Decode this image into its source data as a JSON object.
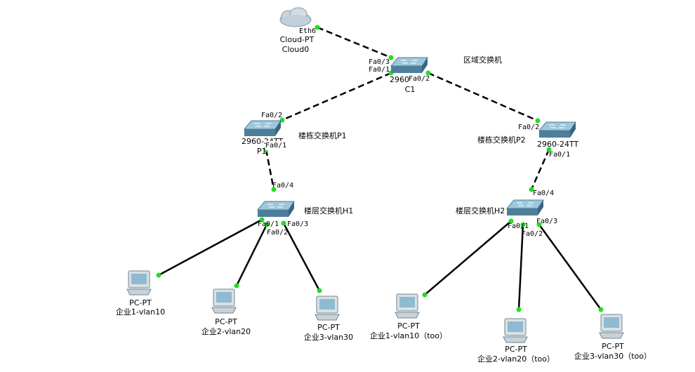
{
  "devices": {
    "cloud": {
      "type": "Cloud-PT",
      "name": "Cloud0",
      "port": "Eth6"
    },
    "core": {
      "model": "2960",
      "name": "C1",
      "note": "区域交换机",
      "ports": {
        "fa03": "Fa0/3",
        "fa01": "Fa0/1",
        "fa02": "Fa0/2"
      }
    },
    "bldg1": {
      "model": "2960-24TT",
      "name": "P1",
      "note": "楼栋交换机P1",
      "ports": {
        "fa02": "Fa0/2",
        "fa01": "Fa0/1"
      }
    },
    "bldg2": {
      "model": "2960-24TT",
      "name": "",
      "note": "楼栋交换机P2",
      "ports": {
        "fa02": "Fa0/2",
        "fa01": "Fa0/1"
      }
    },
    "floor1": {
      "note": "楼层交换机H1",
      "ports": {
        "fa04": "Fa0/4",
        "fa01": "Fa0/1",
        "fa02": "Fa0/2",
        "fa03": "Fa0/3"
      }
    },
    "floor2": {
      "note": "楼层交换机H2",
      "ports": {
        "fa04": "Fa0/4",
        "fa01": "Fa0/1",
        "fa02": "Fa0/2",
        "fa03": "Fa0/3"
      }
    }
  },
  "pcs": [
    {
      "type": "PC-PT",
      "name": "企业1-vlan10"
    },
    {
      "type": "PC-PT",
      "name": "企业2-vlan20"
    },
    {
      "type": "PC-PT",
      "name": "企业3-vlan30"
    },
    {
      "type": "PC-PT",
      "name": "企业1-vlan10（too）"
    },
    {
      "type": "PC-PT",
      "name": "企业2-vlan20（too）"
    },
    {
      "type": "PC-PT",
      "name": "企业3-vlan30（too）"
    }
  ],
  "colors": {
    "link": "#000000",
    "port_up": "#22dd22",
    "switch_top": "#9ec7dc",
    "switch_side": "#4d7f9a"
  }
}
